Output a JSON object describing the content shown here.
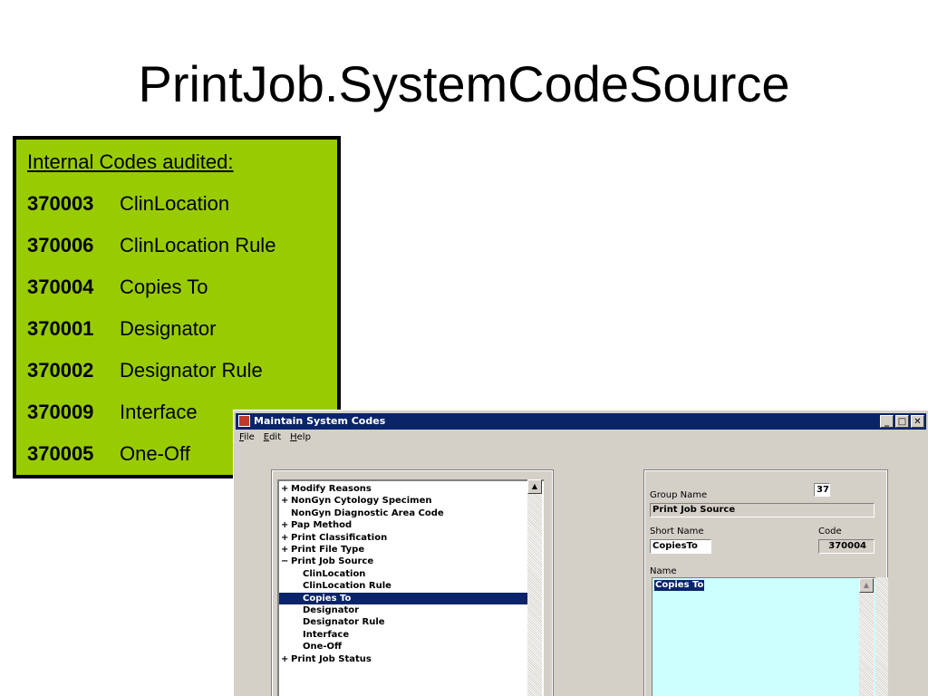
{
  "slide": {
    "title": "PrintJob.SystemCodeSource"
  },
  "audit_box": {
    "heading": "Internal Codes audited:",
    "rows": [
      {
        "code": "370003",
        "label": "ClinLocation"
      },
      {
        "code": "370006",
        "label": "ClinLocation Rule"
      },
      {
        "code": "370004",
        "label": "Copies To"
      },
      {
        "code": "370001",
        "label": "Designator"
      },
      {
        "code": "370002",
        "label": "Designator Rule"
      },
      {
        "code": "370009",
        "label": "Interface"
      },
      {
        "code": "370005",
        "label": "One-Off"
      }
    ],
    "background_color": "#99cc00"
  },
  "window": {
    "title": "Maintain System Codes",
    "title_bar_color": "#0a246a",
    "controls": {
      "minimize": "_",
      "maximize": "□",
      "close": "✕"
    },
    "menu": [
      "File",
      "Edit",
      "Help"
    ]
  },
  "tree": {
    "items": [
      {
        "label": "Modify Reasons",
        "expander": "+",
        "level": 0,
        "selected": false
      },
      {
        "label": "NonGyn Cytology Specimen",
        "expander": "+",
        "level": 0,
        "selected": false
      },
      {
        "label": "NonGyn Diagnostic Area Code",
        "expander": "",
        "level": 0,
        "selected": false
      },
      {
        "label": "Pap Method",
        "expander": "+",
        "level": 0,
        "selected": false
      },
      {
        "label": "Print Classification",
        "expander": "+",
        "level": 0,
        "selected": false
      },
      {
        "label": "Print File Type",
        "expander": "+",
        "level": 0,
        "selected": false
      },
      {
        "label": "Print Job Source",
        "expander": "−",
        "level": 0,
        "selected": false
      },
      {
        "label": "ClinLocation",
        "expander": "",
        "level": 1,
        "selected": false
      },
      {
        "label": "ClinLocation Rule",
        "expander": "",
        "level": 1,
        "selected": false
      },
      {
        "label": "Copies To",
        "expander": "",
        "level": 1,
        "selected": true
      },
      {
        "label": "Designator",
        "expander": "",
        "level": 1,
        "selected": false
      },
      {
        "label": "Designator Rule",
        "expander": "",
        "level": 1,
        "selected": false
      },
      {
        "label": "Interface",
        "expander": "",
        "level": 1,
        "selected": false
      },
      {
        "label": "One-Off",
        "expander": "",
        "level": 1,
        "selected": false
      },
      {
        "label": "Print Job Status",
        "expander": "+",
        "level": 0,
        "selected": false
      }
    ],
    "selection_color": "#0a246a"
  },
  "detail": {
    "group_id": "37",
    "group_name_label": "Group Name",
    "group_name_value": "Print Job Source",
    "short_name_label": "Short Name",
    "short_name_value": "CopiesTo",
    "code_label": "Code",
    "code_value": "370004",
    "name_label": "Name",
    "name_value": "Copies To",
    "name_area_color": "#ccffff"
  }
}
